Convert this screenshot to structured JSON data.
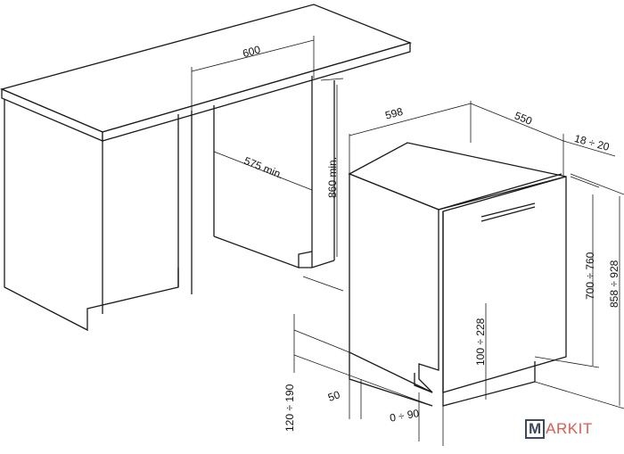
{
  "dimensions": {
    "countertop_width": "600",
    "niche_depth": "575 min.",
    "niche_height": "860 min.",
    "appliance_width": "598",
    "appliance_depth": "550",
    "door_thickness": "18 ÷ 20",
    "door_height": "700 ÷ 760",
    "total_height": "858 ÷ 928",
    "plinth_offset": "100 ÷ 228",
    "plinth_height": "120 ÷ 190",
    "plinth_depth": "50",
    "plinth_gap": "0 ÷ 90"
  },
  "logo": {
    "first_letter": "M",
    "rest": "ARKIT"
  },
  "colors": {
    "line": "#1a1a1a",
    "logo_box": "#3d4a5c",
    "logo_text": "#e05a4f"
  }
}
